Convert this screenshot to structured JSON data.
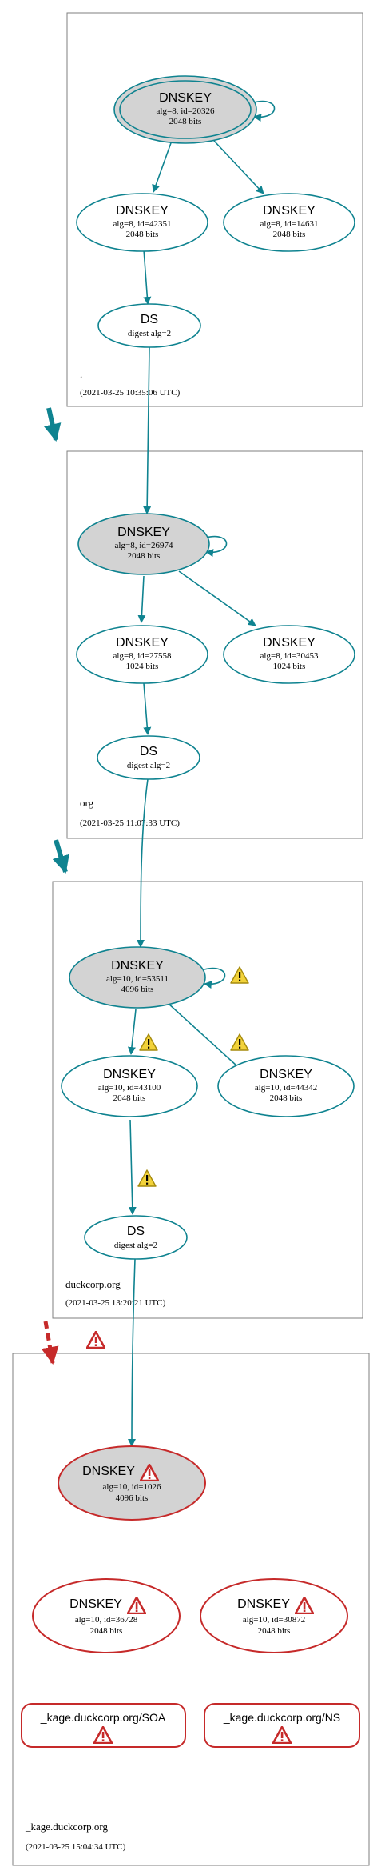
{
  "colors": {
    "teal": "#0f8390",
    "error_red": "#c62a2a",
    "node_fill_gray": "#d3d3d3",
    "warning_yellow": "#f2d23a",
    "zone_border": "#7f7f7f"
  },
  "zones": [
    {
      "name": ".",
      "date": "(2021-03-25 10:35:06 UTC)"
    },
    {
      "name": "org",
      "date": "(2021-03-25 11:07:33 UTC)"
    },
    {
      "name": "duckcorp.org",
      "date": "(2021-03-25 13:20:21 UTC)"
    },
    {
      "name": "_kage.duckcorp.org",
      "date": "(2021-03-25 15:04:34 UTC)"
    }
  ],
  "nodes": {
    "root_ksk": {
      "title": "DNSKEY",
      "line1": "alg=8, id=20326",
      "line2": "2048 bits"
    },
    "root_zsk1": {
      "title": "DNSKEY",
      "line1": "alg=8, id=42351",
      "line2": "2048 bits"
    },
    "root_zsk2": {
      "title": "DNSKEY",
      "line1": "alg=8, id=14631",
      "line2": "2048 bits"
    },
    "root_ds": {
      "title": "DS",
      "line1": "digest alg=2"
    },
    "org_ksk": {
      "title": "DNSKEY",
      "line1": "alg=8, id=26974",
      "line2": "2048 bits"
    },
    "org_zsk1": {
      "title": "DNSKEY",
      "line1": "alg=8, id=27558",
      "line2": "1024 bits"
    },
    "org_zsk2": {
      "title": "DNSKEY",
      "line1": "alg=8, id=30453",
      "line2": "1024 bits"
    },
    "org_ds": {
      "title": "DS",
      "line1": "digest alg=2"
    },
    "dc_ksk": {
      "title": "DNSKEY",
      "line1": "alg=10, id=53511",
      "line2": "4096 bits"
    },
    "dc_zsk1": {
      "title": "DNSKEY",
      "line1": "alg=10, id=43100",
      "line2": "2048 bits"
    },
    "dc_zsk2": {
      "title": "DNSKEY",
      "line1": "alg=10, id=44342",
      "line2": "2048 bits"
    },
    "dc_ds": {
      "title": "DS",
      "line1": "digest alg=2"
    },
    "kage_ksk": {
      "title": "DNSKEY",
      "line1": "alg=10, id=1026",
      "line2": "4096 bits"
    },
    "kage_zsk1": {
      "title": "DNSKEY",
      "line1": "alg=10, id=36728",
      "line2": "2048 bits"
    },
    "kage_zsk2": {
      "title": "DNSKEY",
      "line1": "alg=10, id=30872",
      "line2": "2048 bits"
    },
    "kage_soa": {
      "label": "_kage.duckcorp.org/SOA"
    },
    "kage_ns": {
      "label": "_kage.duckcorp.org/NS"
    }
  }
}
